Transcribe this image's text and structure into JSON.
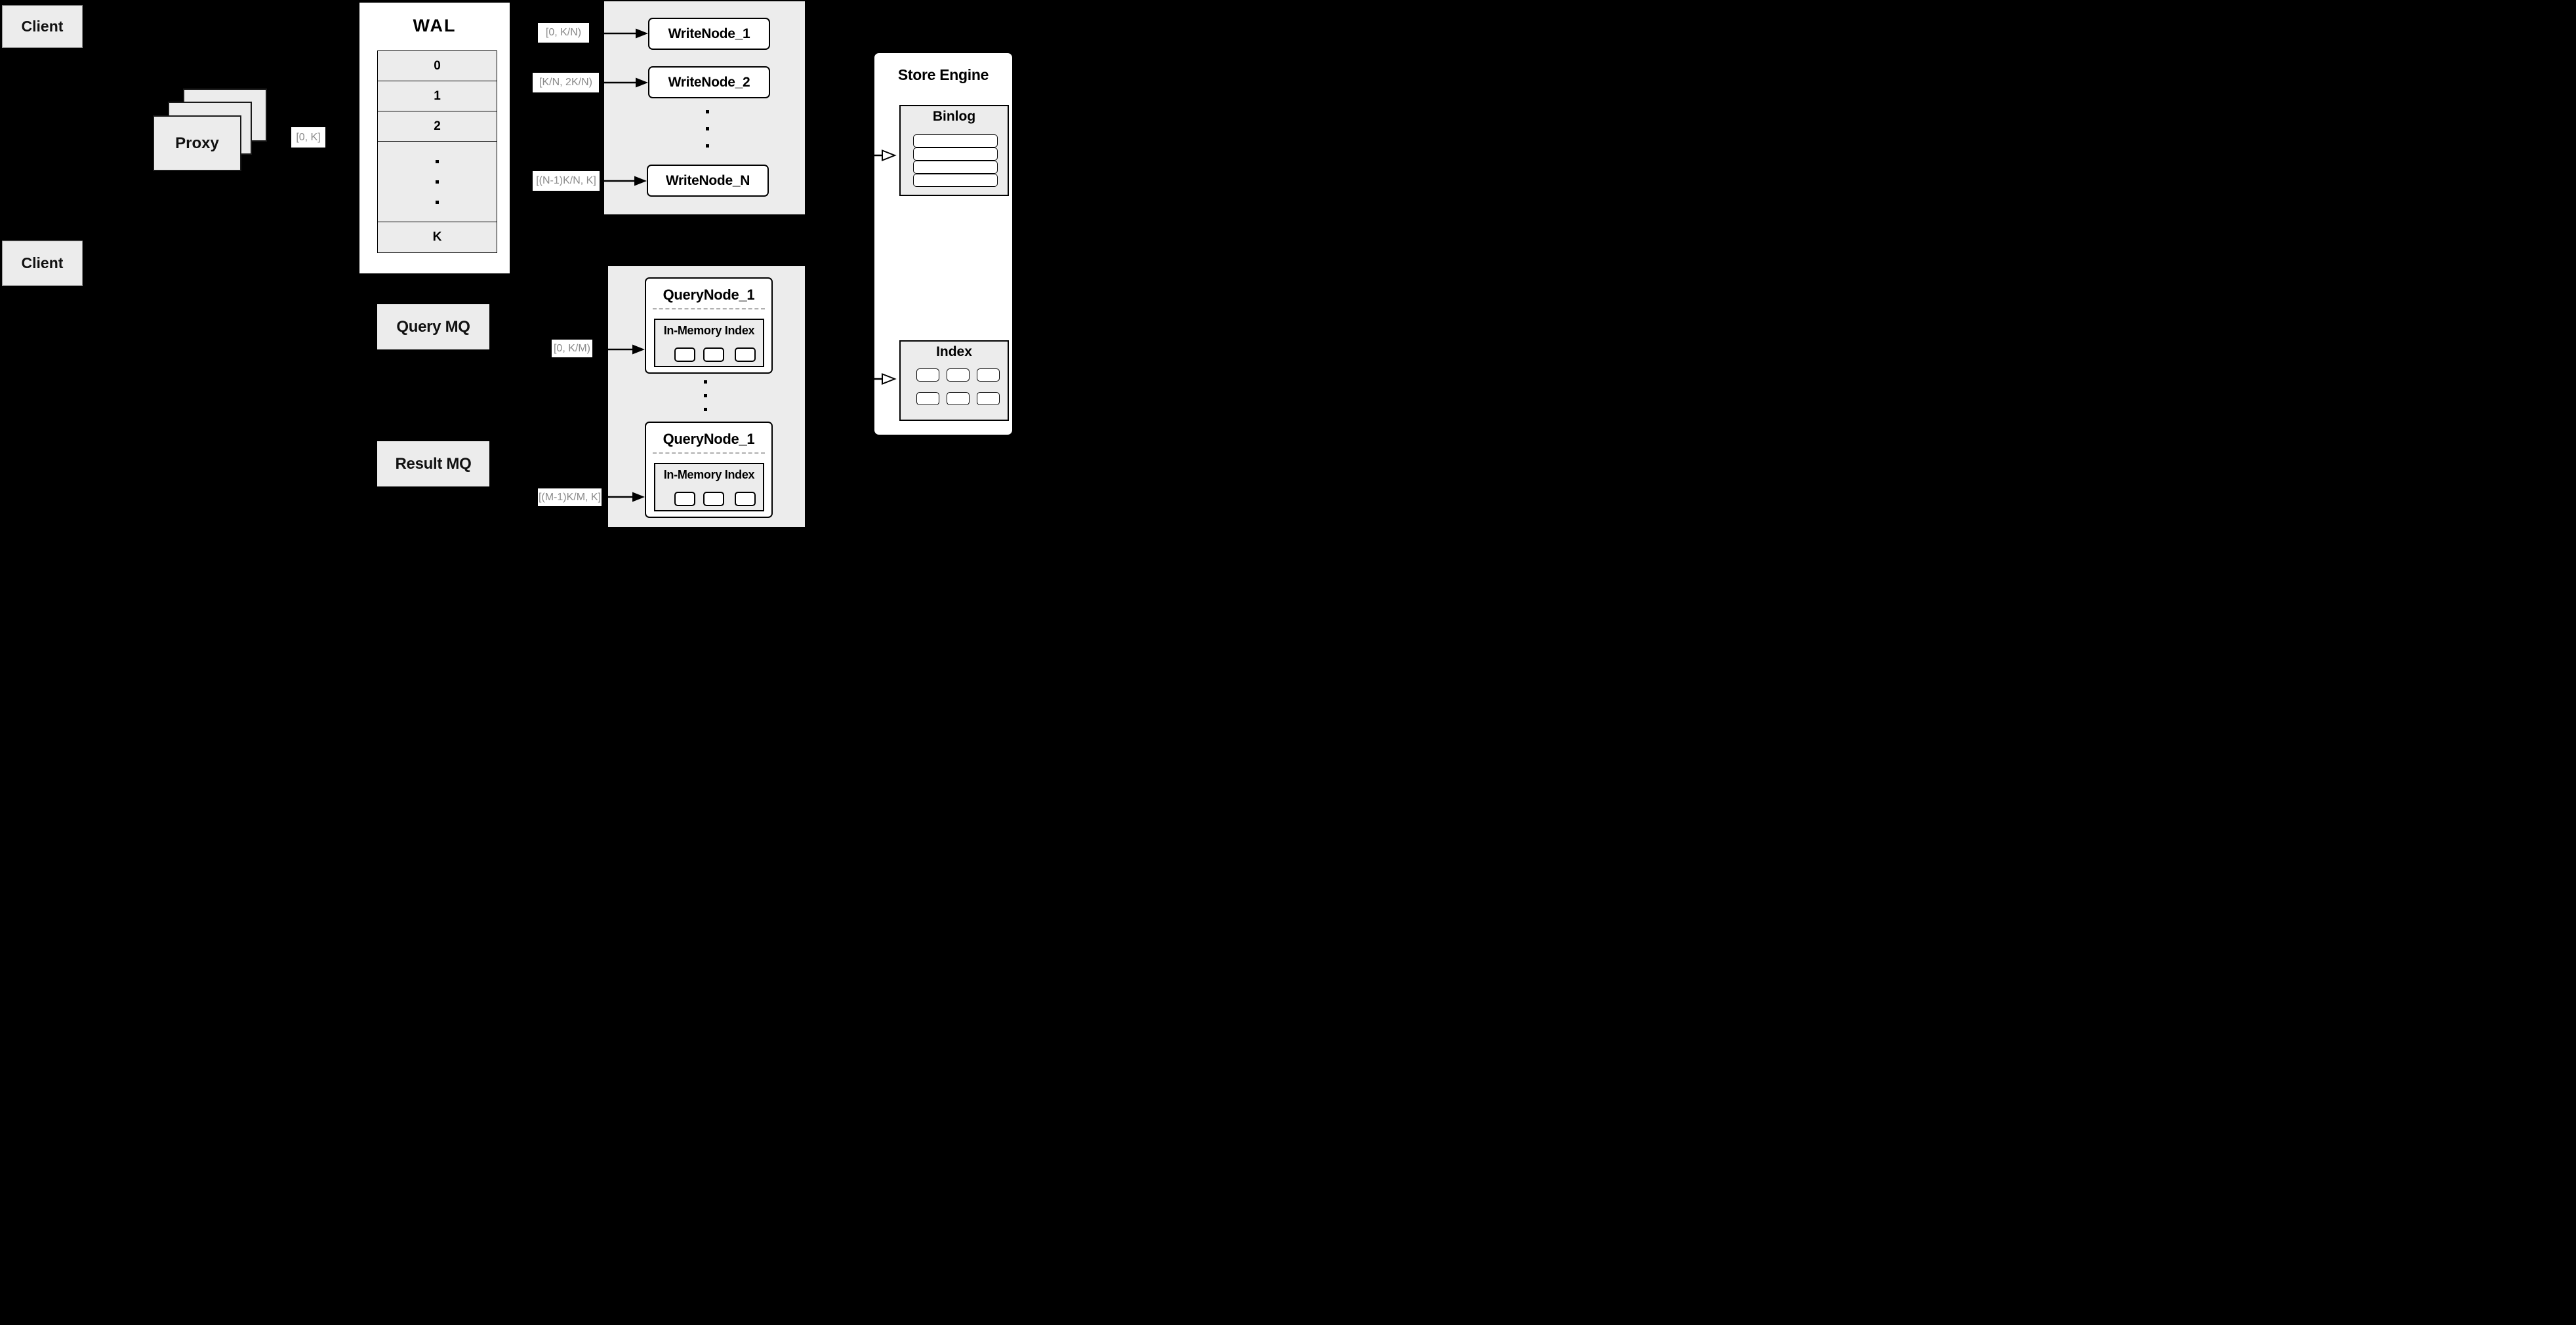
{
  "appearance": {
    "background": "#000000",
    "panel_fill": "#ececec",
    "node_fill": "#ffffff",
    "line_color": "#000000",
    "label_text_color": "#8a8a8a",
    "title_text_color": "#111111",
    "dashed_divider_color": "#b0b0b0"
  },
  "clients": {
    "top": "Client",
    "bottom": "Client"
  },
  "proxy": {
    "label": "Proxy"
  },
  "wal": {
    "title": "WAL",
    "rows": [
      "0",
      "1",
      "2",
      "K"
    ]
  },
  "range_labels": {
    "proxy_out": "[0, K]",
    "write_1": "[0,  K/N)",
    "write_2": "[K/N, 2K/N)",
    "write_n": "[(N-1)K/N,  K]",
    "query_1": "[0, K/M)",
    "query_m": "[(M-1)K/M, K]"
  },
  "write_nodes": {
    "node_1": "WriteNode_1",
    "node_2": "WriteNode_2",
    "node_n": "WriteNode_N"
  },
  "mq": {
    "query": "Query MQ",
    "result": "Result MQ"
  },
  "query_nodes": {
    "node_top": "QueryNode_1",
    "node_bottom": "QueryNode_1",
    "inmem_title_top": "In-Memory Index",
    "inmem_title_bottom": "In-Memory Index"
  },
  "store_engine": {
    "title": "Store Engine",
    "binlog_title": "Binlog",
    "index_title": "Index"
  }
}
